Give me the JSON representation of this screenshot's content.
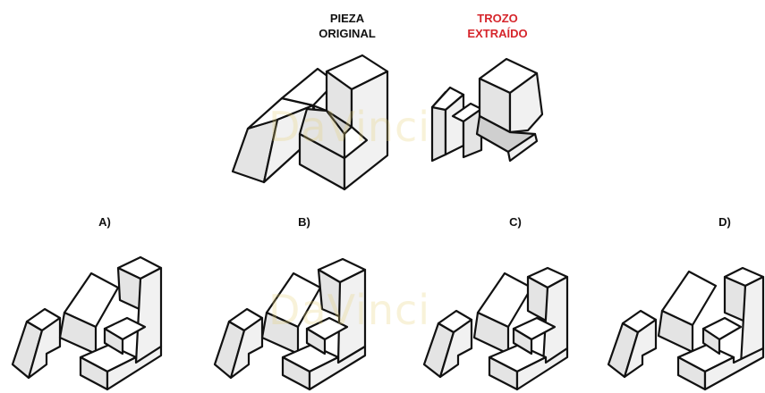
{
  "labels": {
    "original": "PIEZA\nORIGINAL",
    "extracted": "TROZO\nEXTRAÍDO",
    "option_a": "A)",
    "option_b": "B)",
    "option_c": "C)",
    "option_d": "D)"
  },
  "colors": {
    "extracted_label": "#d6262c",
    "outline": "#111111"
  },
  "watermark": "DaVinci"
}
